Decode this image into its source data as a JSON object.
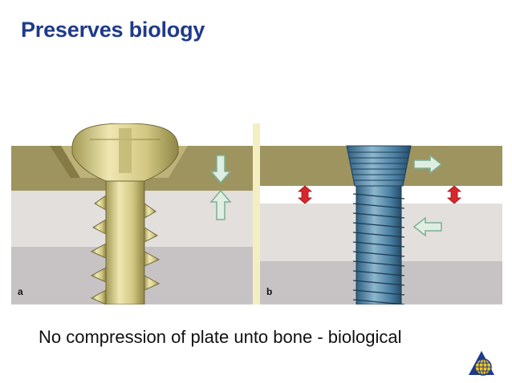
{
  "slide": {
    "title": "Preserves biology",
    "caption": "No compression of plate unto bone - biological"
  },
  "figure": {
    "panel_a_label": "a",
    "panel_b_label": "b"
  },
  "colors": {
    "title": "#1f3a8a",
    "plate": "#9e9460",
    "bone_upper": "#e2dfdd",
    "bone_lower": "#c7c3c4",
    "screw_gold": "#d9cf8a",
    "screw_blue": "#4f82a3",
    "arrow_green": "#dfeee3",
    "arrow_red": "#d9262b",
    "divider": "#f4efc0"
  },
  "icons": {
    "logo": "ao-globe-logo-icon"
  }
}
